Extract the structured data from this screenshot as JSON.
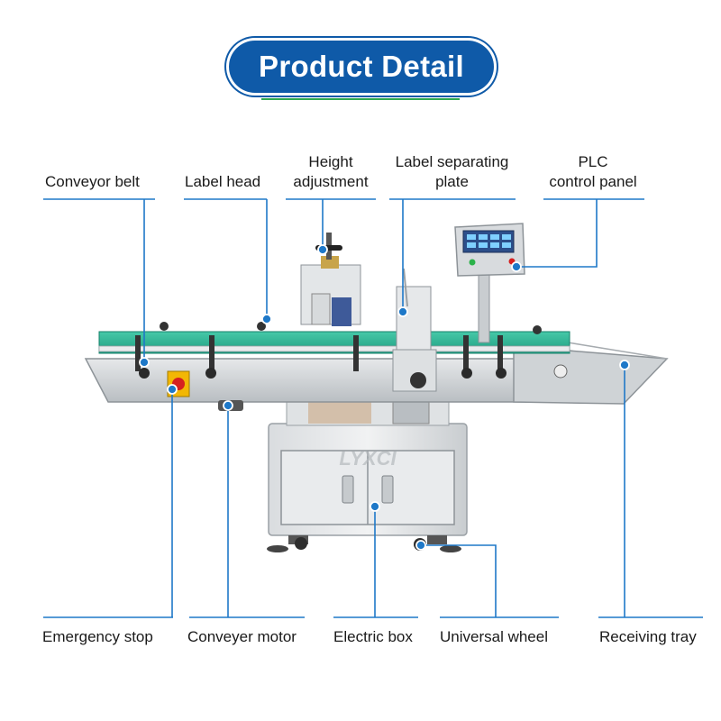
{
  "header": {
    "title": "Product Detail"
  },
  "labels": {
    "top": {
      "conveyor_belt": "Conveyor belt",
      "label_head": "Label head",
      "height_adjustment_line1": "Height",
      "height_adjustment_line2": "adjustment",
      "label_separating_line1": "Label separating",
      "label_separating_line2": "plate",
      "plc_line1": "PLC",
      "plc_line2": "control panel"
    },
    "bottom": {
      "emergency_stop": "Emergency stop",
      "conveyer_motor": "Conveyer motor",
      "electric_box": "Electric box",
      "universal_wheel": "Universal wheel",
      "receiving_tray": "Receiving tray"
    }
  },
  "brand_watermark": "LYXCI",
  "colors": {
    "title_bg": "#0f5aa8",
    "callout_line": "#1e78c8",
    "underline": "#2fa84f",
    "conveyor_green": "#28b496",
    "steel": "#cfd3d6"
  }
}
